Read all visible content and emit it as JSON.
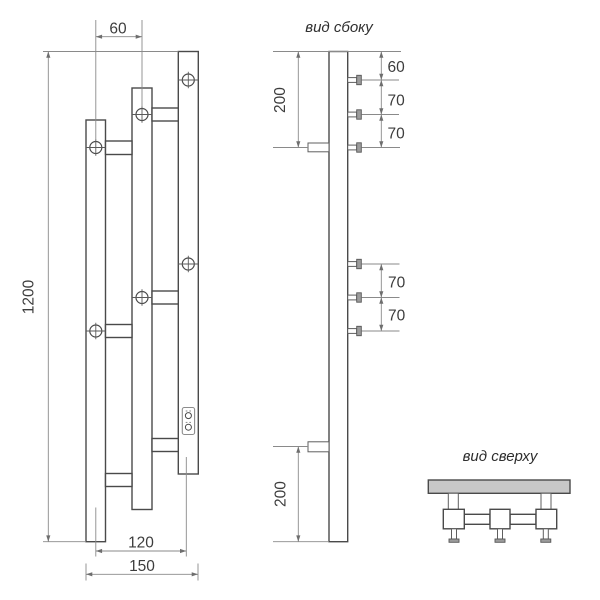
{
  "page": {
    "background": "#ffffff"
  },
  "colors": {
    "outline": "#4a4a4a",
    "dimension_lines": "#8a8a8a",
    "dimension_text": "#3d3d3d",
    "wall_fill": "#c8c8c8",
    "fitting_fill": "#9c9c9c"
  },
  "front_view": {
    "dimensions": {
      "post_spacing_top": "60",
      "overall_height": "1200",
      "bottom_span_centers": "120",
      "bottom_span_overall": "150"
    }
  },
  "side_view": {
    "title": "вид сбоку",
    "dimensions": {
      "wall_offset_top": "200",
      "top_gap": "60",
      "steps_upper": [
        "70",
        "70"
      ],
      "steps_lower": [
        "70",
        "70"
      ],
      "wall_offset_bottom": "200"
    }
  },
  "top_view": {
    "title": "вид сверху"
  }
}
